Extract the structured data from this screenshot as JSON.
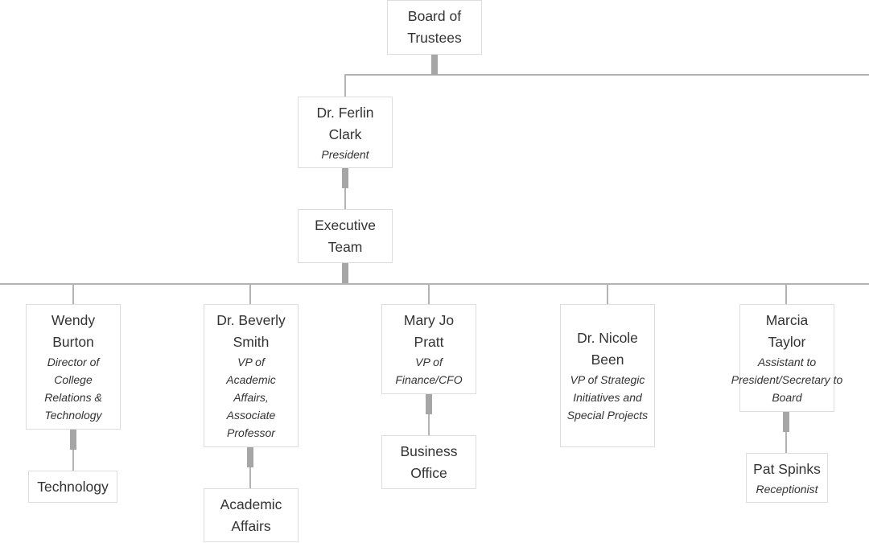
{
  "org_chart": {
    "board": {
      "name": "Board of Trustees"
    },
    "president": {
      "name": "Dr. Ferlin Clark",
      "title": "President"
    },
    "executive": {
      "name": "Executive Team"
    },
    "members": [
      {
        "name": "Wendy Burton",
        "title": "Director of College Relations & Technology",
        "sub": {
          "name": "Technology",
          "title": ""
        }
      },
      {
        "name": "Dr. Beverly Smith",
        "title": "VP of Academic Affairs, Associate Professor",
        "sub": {
          "name": "Academic Affairs",
          "title": ""
        }
      },
      {
        "name": "Mary Jo Pratt",
        "title": "VP of Finance/CFO",
        "sub": {
          "name": "Business Office",
          "title": ""
        }
      },
      {
        "name": "Dr. Nicole Been",
        "title": "VP of Strategic Initiatives and Special Projects"
      },
      {
        "name": "Marcia Taylor",
        "title": "Assistant to President/Secretary to Board",
        "sub": {
          "name": "Pat Spinks",
          "title": "Receptionist"
        }
      }
    ]
  }
}
